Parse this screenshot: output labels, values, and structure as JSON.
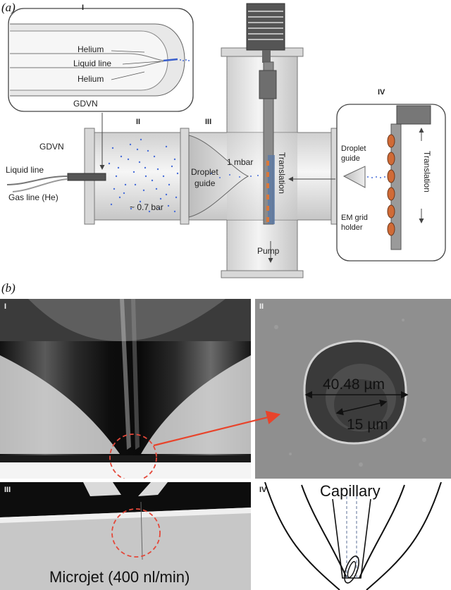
{
  "panel_a": {
    "tag": "(a)",
    "roman": {
      "i": "I",
      "ii": "II",
      "iii": "III",
      "iv": "IV"
    },
    "inset_i": {
      "helium_top": "Helium",
      "liquid_line": "Liquid line",
      "helium_bottom": "Helium"
    },
    "gdvn_inset": "GDVN",
    "gdvn": "GDVN",
    "liquid_line": "Liquid line",
    "gas_line": "Gas line (He)",
    "pressure_chamber": "~ 0.7 bar",
    "droplet_guide": [
      "Droplet",
      "guide"
    ],
    "pressure_vacuum": "1 mbar",
    "translation": "Translation",
    "pump": "Pump",
    "inset_iv": {
      "droplet_guide": [
        "Droplet",
        "guide"
      ],
      "em_grid_holder": [
        "EM grid",
        "holder"
      ],
      "translation": "Translation"
    }
  },
  "panel_b": {
    "tag": "(b)",
    "roman": {
      "i": "I",
      "ii": "II",
      "iii": "III",
      "iv": "IV"
    },
    "hole_diameter": "40.48 µm",
    "inner_diameter": "15 µm",
    "microjet": "Microjet (400 nl/min)",
    "capillary": "Capillary"
  },
  "colors": {
    "arrow_red": "#e8442b",
    "dot_blue": "#4a6fd8",
    "grid_orange": "#d9783a",
    "dashed_circle": "#e4483a"
  }
}
